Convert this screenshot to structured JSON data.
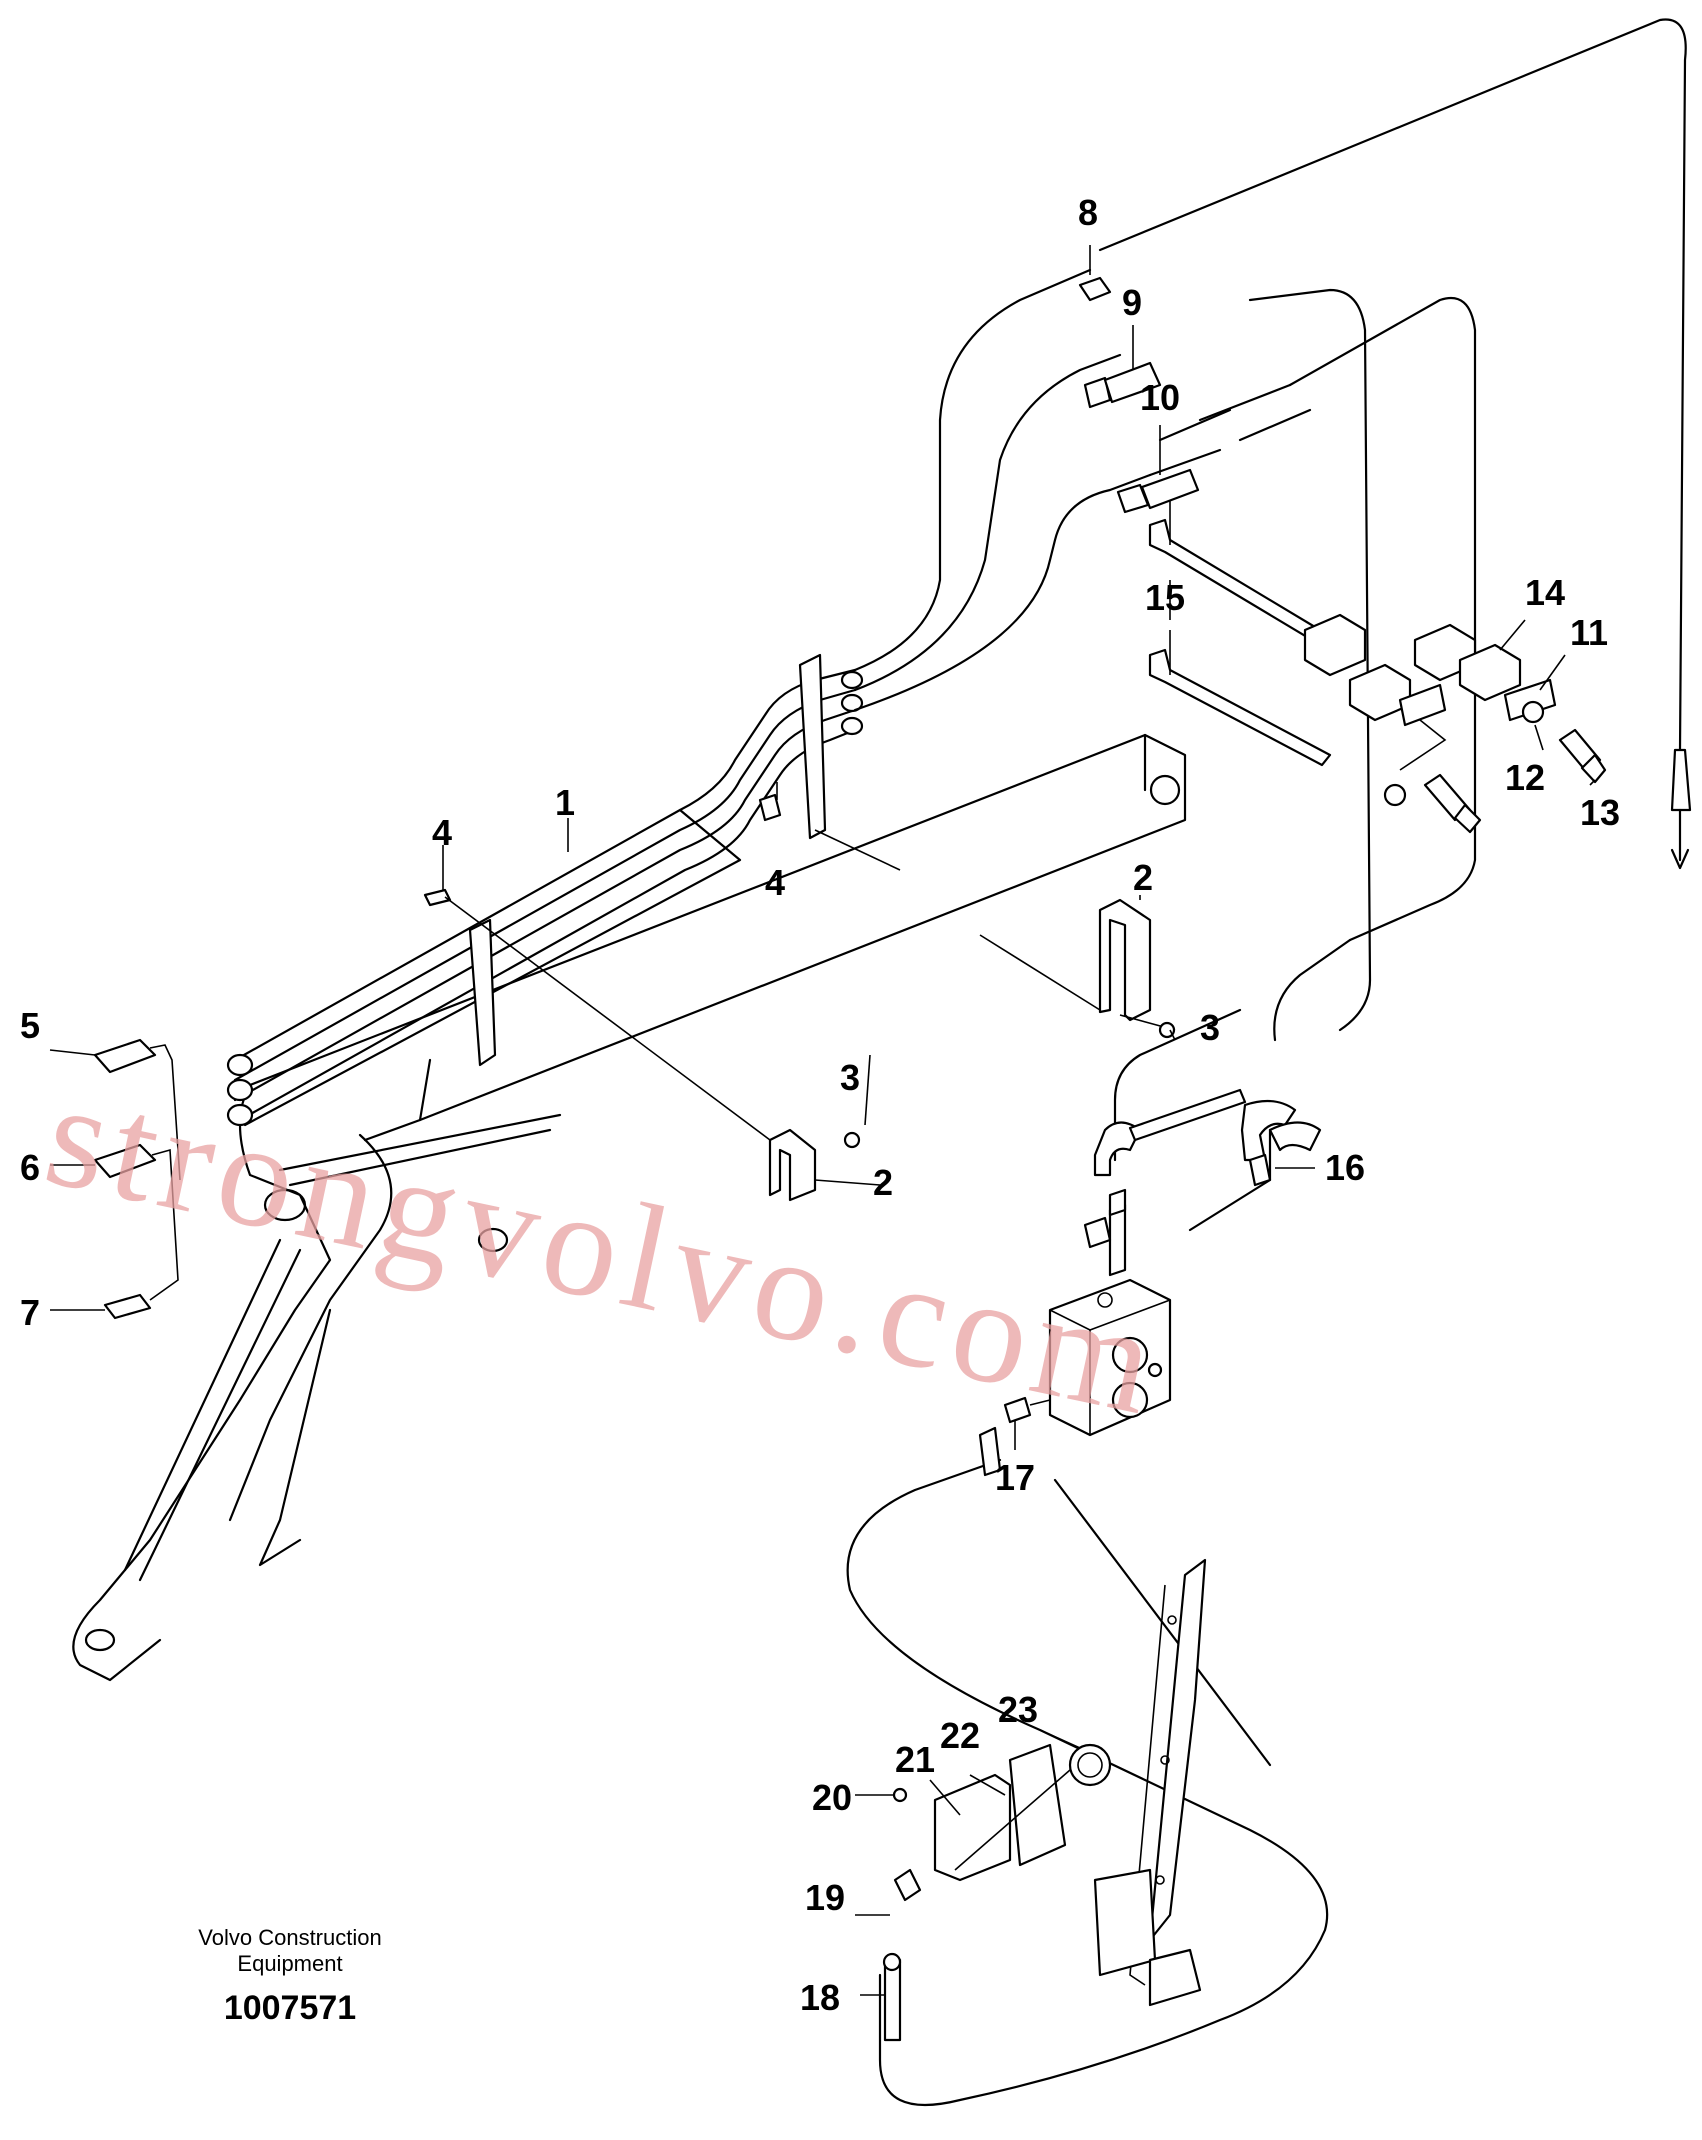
{
  "diagram": {
    "callouts": [
      "1",
      "2",
      "3",
      "4",
      "5",
      "6",
      "7",
      "8",
      "9",
      "10",
      "11",
      "12",
      "13",
      "14",
      "15",
      "16",
      "17",
      "18",
      "19",
      "20",
      "21",
      "22",
      "23"
    ],
    "repeated_callouts": [
      "4",
      "2",
      "3"
    ]
  },
  "footer": {
    "org_line1": "Volvo Construction",
    "org_line2": "Equipment",
    "drawing_number": "1007571"
  },
  "watermark": "strongvolvo.com",
  "colors": {
    "watermark": "#e8a2a2",
    "line": "#000000",
    "background": "#ffffff"
  }
}
